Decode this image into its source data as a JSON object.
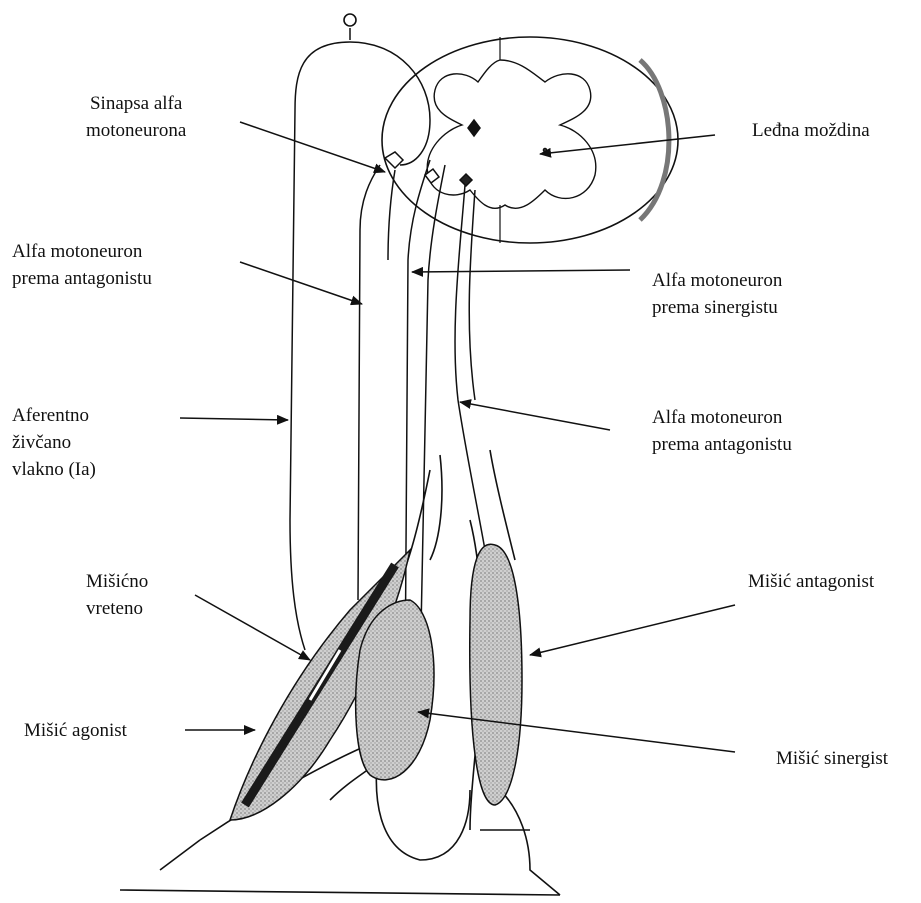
{
  "labels": {
    "sinapsa": [
      "Sinapsa alfa",
      "motoneurona"
    ],
    "ledna": [
      "Leđna moždina"
    ],
    "alfa_antagonist_left": [
      "Alfa motoneuron",
      "prema antagonistu"
    ],
    "alfa_sinergist": [
      "Alfa motoneuron",
      "prema sinergistu"
    ],
    "aferentno": [
      "Aferentno",
      "živčano",
      "vlakno (Ia)"
    ],
    "alfa_antagonist_right": [
      "Alfa motoneuron",
      "prema antagonistu"
    ],
    "vreteno": [
      "Mišićno",
      "vreteno"
    ],
    "misic_antagonist": [
      "Mišić antagonist"
    ],
    "misic_agonist": [
      "Mišić agonist"
    ],
    "misic_sinergist": [
      "Mišić sinergist"
    ]
  },
  "colors": {
    "ink": "#111111",
    "muscle_fill": "#bdbdbd",
    "spindle": "#1a1a1a"
  }
}
